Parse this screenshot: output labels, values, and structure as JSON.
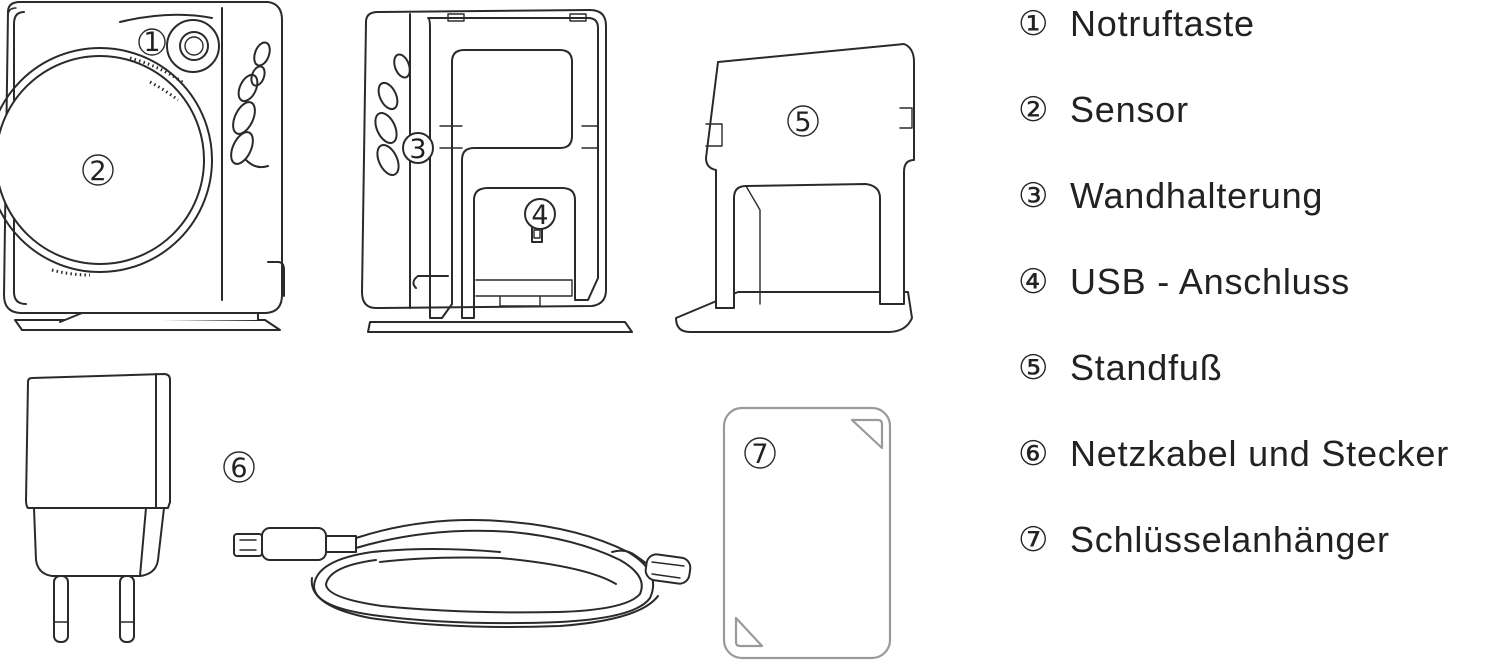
{
  "items": [
    {
      "marker": "①",
      "label": "Notruftaste"
    },
    {
      "marker": "②",
      "label": "Sensor"
    },
    {
      "marker": "③",
      "label": "Wandhalterung"
    },
    {
      "marker": "④",
      "label": "USB - Anschluss"
    },
    {
      "marker": "⑤",
      "label": "Standfuß"
    },
    {
      "marker": "⑥",
      "label": "Netzkabel und Stecker"
    },
    {
      "marker": "⑦",
      "label": "Schlüsselanhänger"
    }
  ]
}
